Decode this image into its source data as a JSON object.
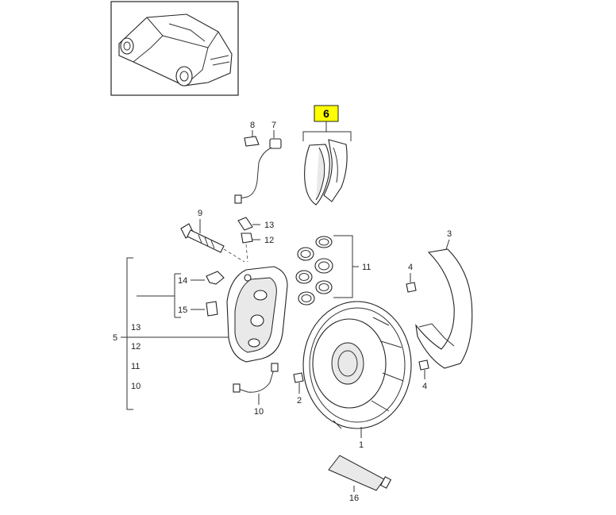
{
  "callouts": {
    "c1": "1",
    "c2": "2",
    "c3": "3",
    "c4a": "4",
    "c4b": "4",
    "c5": "5",
    "c6": "6",
    "c7": "7",
    "c8": "8",
    "c9": "9",
    "c10": "10",
    "c11": "11",
    "c12": "12",
    "c13": "13",
    "c14": "14",
    "c15": "15",
    "c16": "16"
  },
  "bracket_list": [
    "13",
    "12",
    "11",
    "10"
  ],
  "highlight_color": "#ffff00"
}
